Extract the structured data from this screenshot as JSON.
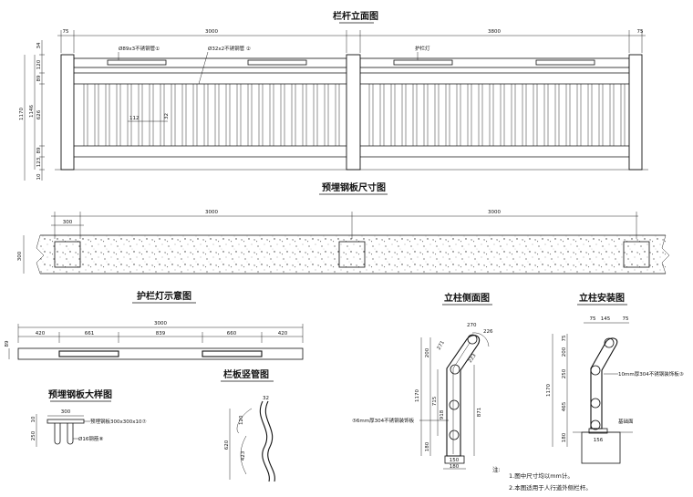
{
  "titles": {
    "railing_elevation": "栏杆立面图",
    "plate_dimensions": "预埋钢板尺寸图",
    "light_schematic": "护栏灯示意图",
    "post_side": "立柱侧面图",
    "post_install": "立柱安装图",
    "plate_detail": "预埋钢板大样图",
    "baluster": "栏板竖管图"
  },
  "elevation": {
    "top_dims": [
      "75",
      "3000",
      "3800",
      "75"
    ],
    "left_dims": [
      "1170",
      "1146"
    ],
    "left_sub_dims": [
      "34",
      "120",
      "89",
      "626",
      "89",
      "123",
      "10"
    ],
    "labels": {
      "handrail_pipe": "Ø89x3不锈钢管①",
      "baluster_pipe": "Ø32x2不锈钢管 ②",
      "light": "护栏灯"
    },
    "inner_dims": [
      "112",
      "32"
    ]
  },
  "plate_plan": {
    "dims": [
      "300",
      "3000",
      "3000"
    ],
    "side_dim": "300"
  },
  "light": {
    "total": "3000",
    "segments": [
      "420",
      "661",
      "839",
      "660",
      "420"
    ],
    "height": "89"
  },
  "detail": {
    "dim_300": "300",
    "dim_10": "10",
    "dim_250": "250",
    "plate_label": "预埋钢板300x300x10⑦",
    "bar_label": "Ø16钢筋⑧"
  },
  "baluster": {
    "dims": [
      "32",
      "120",
      "620",
      "423"
    ]
  },
  "post_side": {
    "dims": [
      "270",
      "226",
      "271",
      "223",
      "1170",
      "200",
      "715",
      "918",
      "871",
      "180",
      "150",
      "180"
    ],
    "plate_label": "⑤6mm厚304不锈钢装饰板"
  },
  "post_install": {
    "top_dims": [
      "75",
      "145",
      "75"
    ],
    "left_dims": [
      "1170",
      "75",
      "200",
      "250",
      "465",
      "180"
    ],
    "bottom_dim": "156",
    "plate_label": "10mm厚304不锈钢装饰板③",
    "base_label": "基础面"
  },
  "notes": {
    "heading": "注:",
    "lines": [
      "1.图中尺寸均以mm计。",
      "2.本图适用于人行道外侧栏杆。"
    ]
  }
}
